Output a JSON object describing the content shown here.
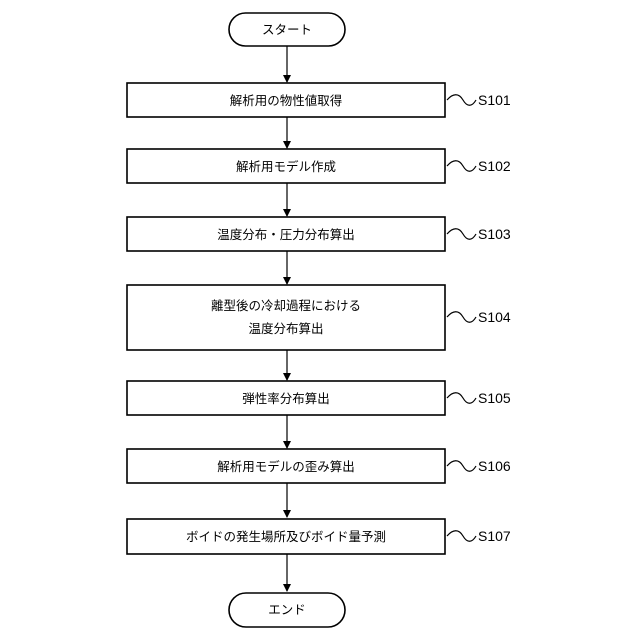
{
  "start": "スタート",
  "end": "エンド",
  "steps": [
    {
      "id": "S101",
      "lines": [
        "解析用の物性値取得"
      ]
    },
    {
      "id": "S102",
      "lines": [
        "解析用モデル作成"
      ]
    },
    {
      "id": "S103",
      "lines": [
        "温度分布・圧力分布算出"
      ]
    },
    {
      "id": "S104",
      "lines": [
        "離型後の冷却過程における",
        "温度分布算出"
      ]
    },
    {
      "id": "S105",
      "lines": [
        "弾性率分布算出"
      ]
    },
    {
      "id": "S106",
      "lines": [
        "解析用モデルの歪み算出"
      ]
    },
    {
      "id": "S107",
      "lines": [
        "ボイドの発生場所及びボイド量予測"
      ]
    }
  ]
}
